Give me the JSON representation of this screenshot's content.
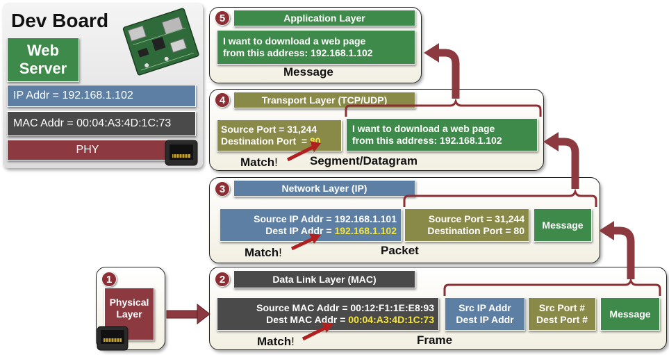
{
  "colors": {
    "green": "#3e8a4a",
    "olive": "#8a8a48",
    "blue": "#5d7fa3",
    "dark": "#4a4a4a",
    "red": "#8c3a40",
    "highlight": "#f5e63a"
  },
  "dev_board": {
    "title": "Dev Board",
    "web_server_line1": "Web",
    "web_server_line2": "Server",
    "ip_addr": "IP Addr = 192.168.1.102",
    "mac_addr": "MAC Addr = 00:04:A3:4D:1C:73",
    "phy": "PHY",
    "board_image": "circuit-board-icon",
    "port_icon": "ethernet-port-icon"
  },
  "layers": {
    "application": {
      "number": "5",
      "name": "Application Layer",
      "data_line1": "I want to download a web page",
      "data_line2": "from this address: 192.168.1.102",
      "label": "Message"
    },
    "transport": {
      "number": "4",
      "name": "Transport Layer (TCP/UDP)",
      "src_port": "Source Port = 31,244",
      "dst_port_prefix": "Destination Port  = ",
      "dst_port_value": "80",
      "data_line1": "I want to download a web page",
      "data_line2": "from this address: 192.168.1.102",
      "match": "Match",
      "match_bang": "!",
      "label": "Segment/Datagram"
    },
    "network": {
      "number": "3",
      "name": "Network Layer (IP)",
      "src_ip": "Source IP Addr = 192.168.1.101",
      "dst_ip_prefix": "Dest IP Addr = ",
      "dst_ip_value": "192.168.1.102",
      "src_port": "Source Port = 31,244",
      "dst_port": "Destination Port = 80",
      "message": "Message",
      "match": "Match",
      "match_bang": "!",
      "label": "Packet"
    },
    "datalink": {
      "number": "2",
      "name": "Data Link Layer (MAC)",
      "src_mac": "Source MAC Addr = 00:12:F1:1E:E8:93",
      "dst_mac_prefix": "Dest MAC Addr = ",
      "dst_mac_value": "00:04:A3:4D:1C:73",
      "src_ip": "Src IP Addr",
      "dst_ip": "Dest IP Addr",
      "src_port": "Src Port #",
      "dst_port": "Dest Port #",
      "message": "Message",
      "match": "Match",
      "match_bang": "!",
      "label": "Frame"
    },
    "physical": {
      "number": "1",
      "line1": "Physical",
      "line2": "Layer",
      "port_icon": "ethernet-port-icon"
    }
  }
}
